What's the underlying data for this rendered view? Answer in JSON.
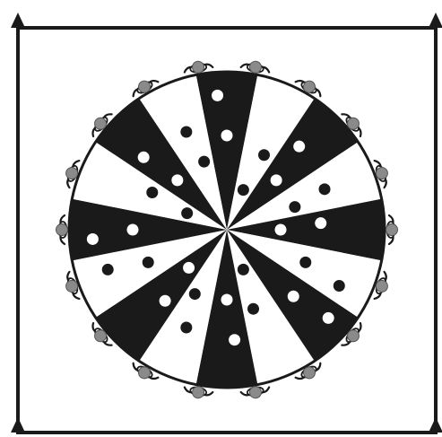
{
  "diagram": {
    "colors": {
      "background": "#ffffff",
      "frame": "#1a1a1a",
      "dark_segment": "#1a1a1a",
      "light_segment": "#ffffff",
      "figure": "#8a8a8a",
      "dot_on_dark": "#ffffff",
      "dot_on_light": "#1a1a1a"
    },
    "segment_count": 16,
    "people_count": 18,
    "corner_markers": [
      "triangle-marker",
      "triangle-marker",
      "triangle-marker",
      "triangle-marker"
    ],
    "icons": {
      "corner": "triangle-icon",
      "person": "person-top-view-icon",
      "dot": "dot-icon"
    }
  }
}
